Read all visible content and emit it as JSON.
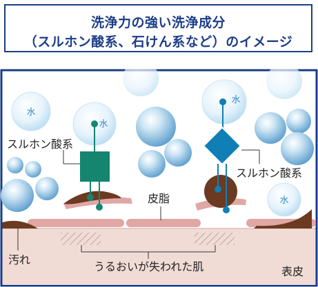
{
  "title": {
    "line1": "洗浄力の強い洗浄成分",
    "line2": "（スルホン酸系、石けん系など）のイメージ"
  },
  "labels": {
    "water": "水",
    "sulfonic_left": "スルホン酸系",
    "sulfonic_right": "スルホン酸系",
    "sebum": "皮脂",
    "dirt": "汚れ",
    "lost_moisture": "うるおいが失われた肌",
    "epidermis": "表皮"
  },
  "colors": {
    "title_text": "#1c3d88",
    "frame": "#1a3c87",
    "skin": "#f1dcd5",
    "sebum": "#e0a7a4",
    "dirt": "#6b3a20",
    "molecule_left": "#15856f",
    "molecule_right": "#0f7fb5"
  }
}
